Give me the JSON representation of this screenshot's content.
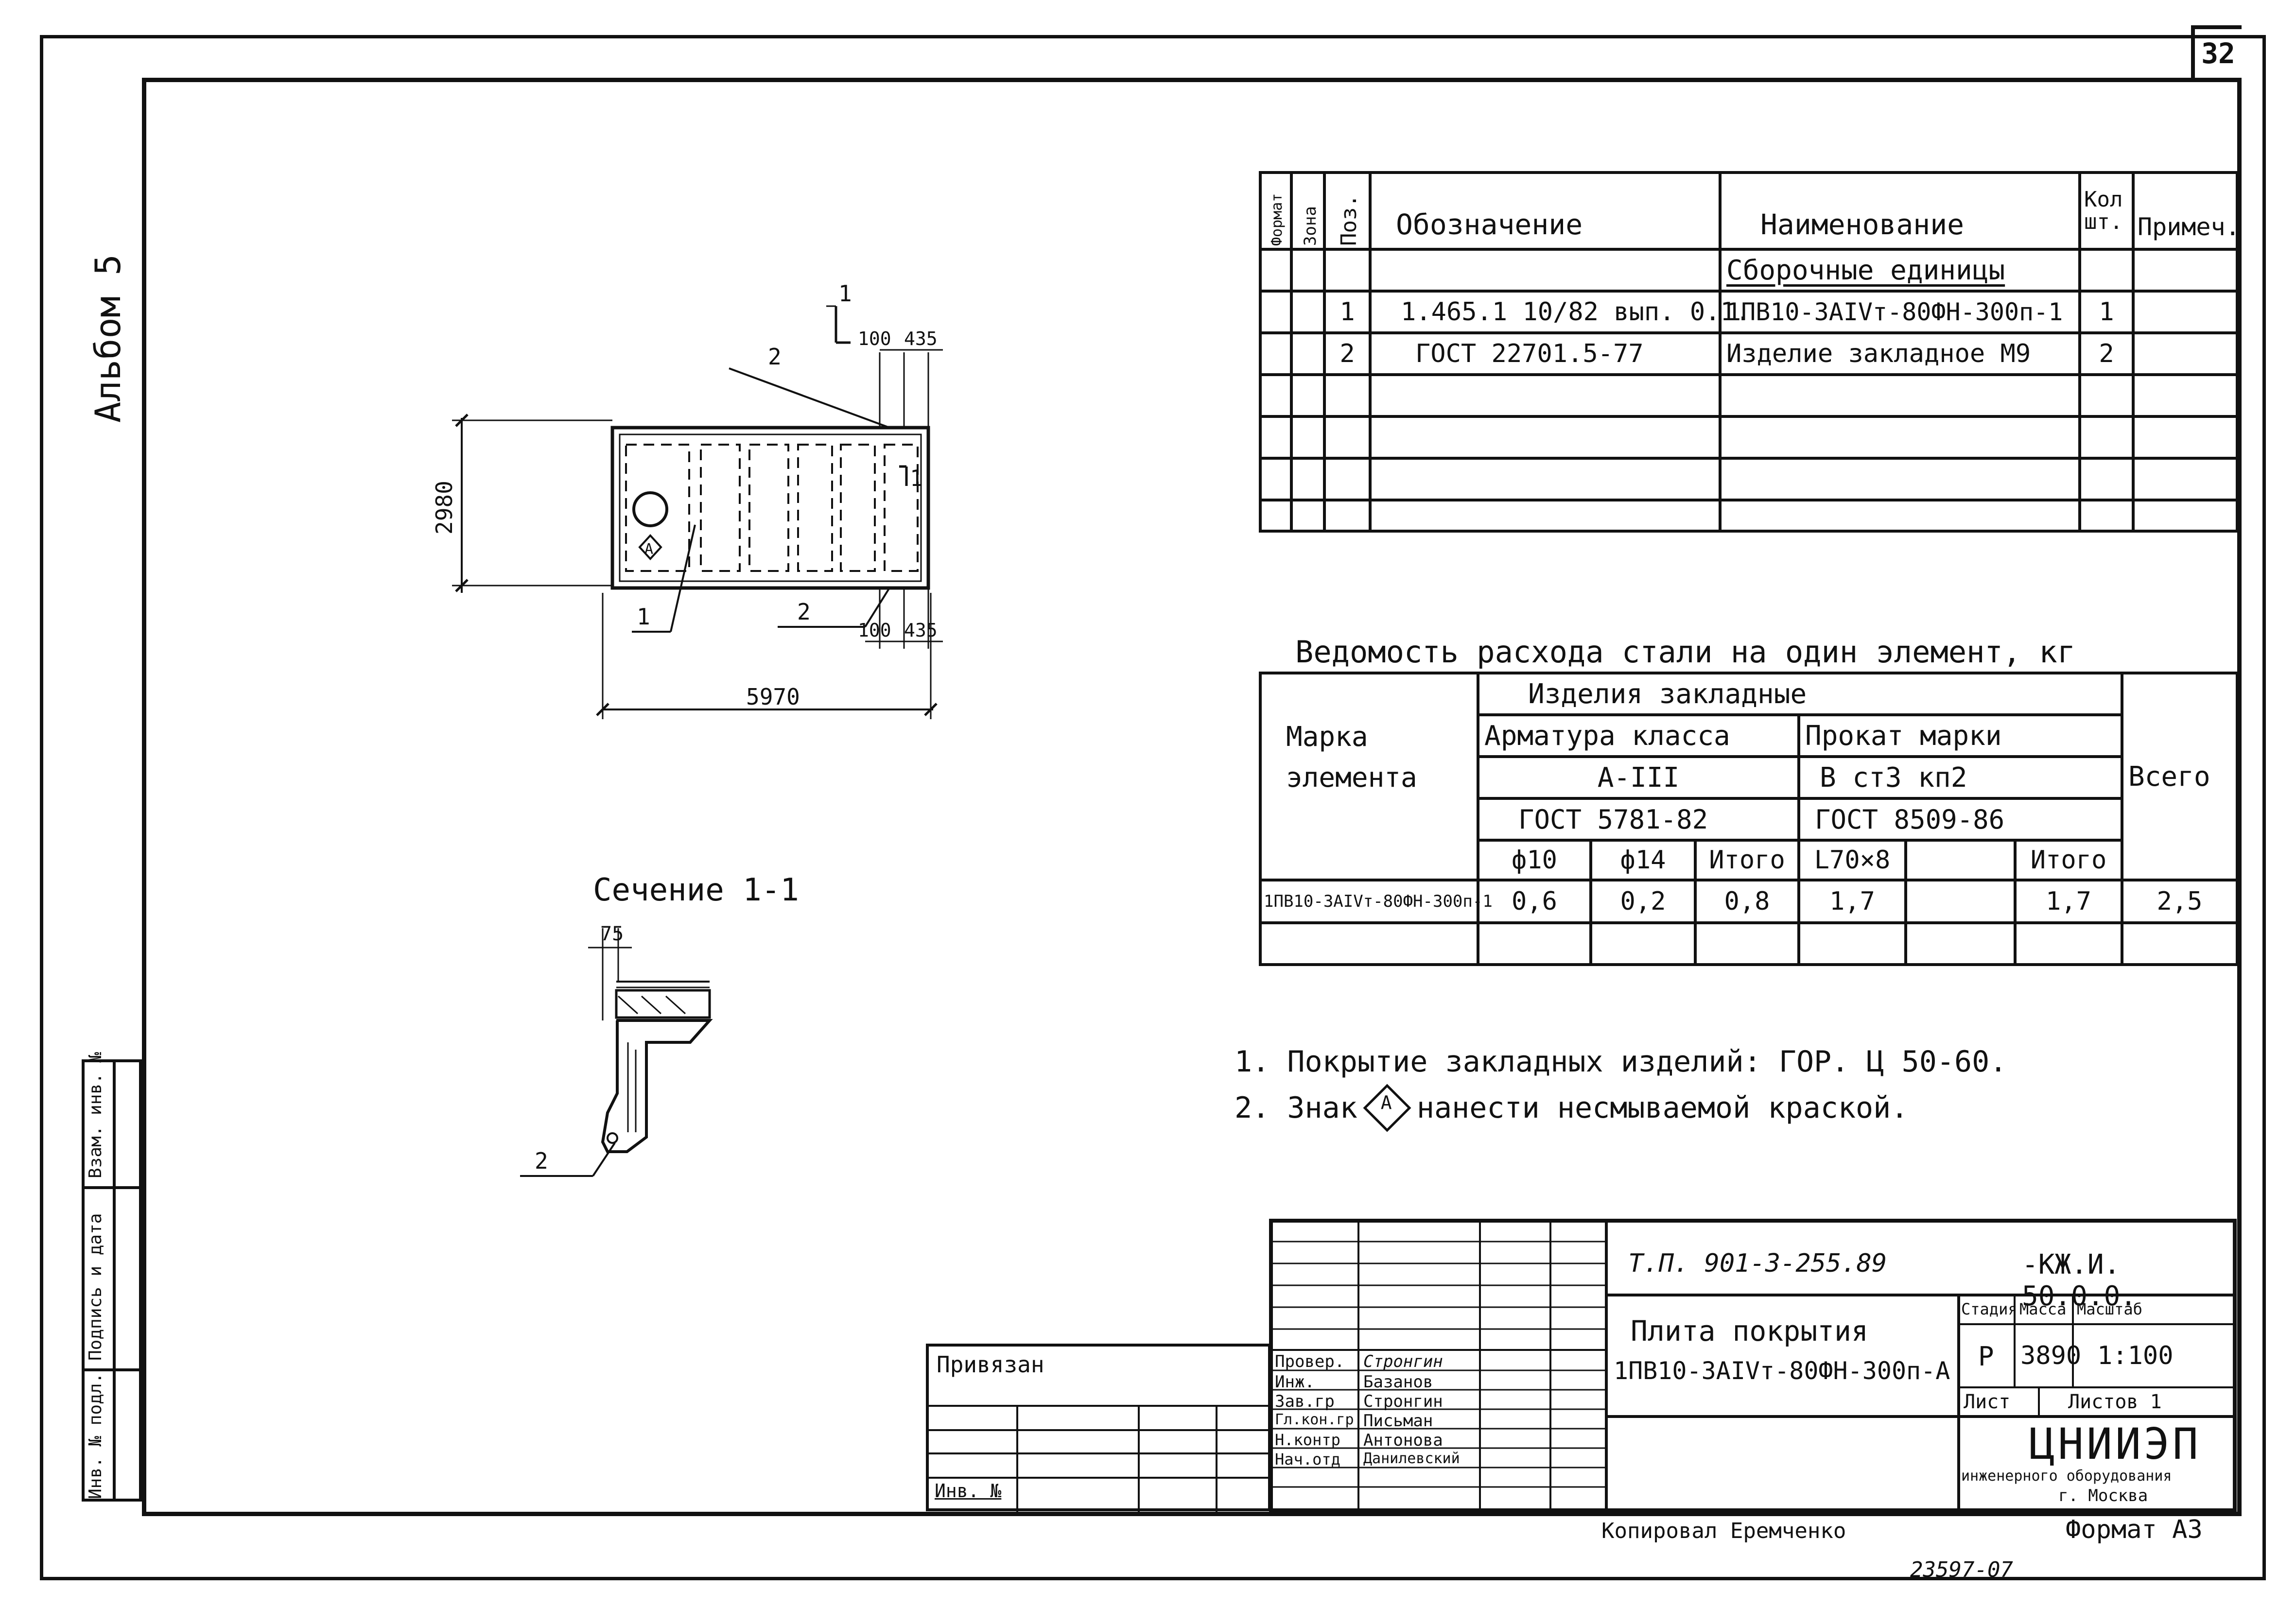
{
  "page": {
    "sheet_number": "32",
    "album": "Альбом 5",
    "side_labels": [
      "Инв. № подл.",
      "Подпись и дата",
      "Взам. инв. №"
    ],
    "copied_by": "Копировал Еремченко",
    "format": "Формат А3",
    "stamp_number": "23597-07"
  },
  "spec_table": {
    "headers": {
      "format": "Формат",
      "zone": "Зона",
      "pos": "Поз.",
      "designation": "Обозначение",
      "name": "Наименование",
      "qty": "Кол шт.",
      "note": "Примеч."
    },
    "section_title": "Сборочные единицы",
    "rows": [
      {
        "pos": "1",
        "designation": "1.465.1 10/82 вып. 0.1.",
        "name": "1ПВ10-3АIVт-80ФН-300п-1",
        "qty": "1",
        "note": ""
      },
      {
        "pos": "2",
        "designation": "ГОСТ 22701.5-77",
        "name": "Изделие закладное М9",
        "qty": "2",
        "note": ""
      }
    ]
  },
  "plan_drawing": {
    "width_dim": "5970",
    "height_dim": "2980",
    "dim_100_top": "100",
    "dim_435_top": "435",
    "dim_100_bottom": "100",
    "dim_435_bottom": "435",
    "section_mark": "1",
    "callout_1": "1",
    "callout_2_top": "2",
    "callout_2_bottom": "2",
    "sign": "А"
  },
  "section": {
    "title": "Сечение 1-1",
    "dim": "75",
    "callout": "2"
  },
  "steel_table": {
    "title": "Ведомость расхода стали на один элемент, кг",
    "mark_header": "Марка элемента",
    "embedded_header": "Изделия закладные",
    "rebar_header": "Арматура класса",
    "rebar_class": "А-III",
    "rebar_gost": "ГОСТ 5781-82",
    "rolled_header": "Прокат марки",
    "rolled_grade": "В ст3 кп2",
    "rolled_gost": "ГОСТ 8509-86",
    "total_header": "Всего",
    "cols": [
      "ф10",
      "ф14",
      "Итого",
      "L70×8",
      "",
      "Итого"
    ],
    "row": {
      "mark": "1ПВ10-3АIVт-80ФН-300п-1",
      "values": [
        "0,6",
        "0,2",
        "0,8",
        "1,7",
        "",
        "1,7"
      ],
      "total": "2,5"
    }
  },
  "notes": {
    "n1": "1. Покрытие закладных изделий: ГОР. Ц 50-60.",
    "n2_pre": "2. Знак",
    "n2_sign": "А",
    "n2_post": "нанести несмываемой краской."
  },
  "title_block": {
    "tied": "Привязан",
    "inv": "Инв. №",
    "doc_number": "Т.П. 901-3-255.89",
    "doc_code": "-КЖ.И. 50.0.0.",
    "title_line1": "Плита покрытия",
    "title_line2": "1ПВ10-3АIVт-80ФН-300п-А",
    "stage_label": "Стадия",
    "mass_label": "Масса",
    "scale_label": "Масштаб",
    "stage": "Р",
    "mass": "3890",
    "scale": "1:100",
    "sheet_label": "Лист",
    "sheets_label": "Листов 1",
    "org_name": "ЦНИИЭП",
    "org_sub": "инженерного оборудования",
    "org_city": "г. Москва",
    "signers": [
      {
        "role": "Провер.",
        "name": "Стронгин"
      },
      {
        "role": "Инж.",
        "name": "Базанов"
      },
      {
        "role": "Зав.гр",
        "name": "Стронгин"
      },
      {
        "role": "Гл.кон.гр",
        "name": "Письман"
      },
      {
        "role": "Н.контр",
        "name": "Антонова"
      },
      {
        "role": "Нач.отд",
        "name": "Данилевский"
      }
    ]
  }
}
